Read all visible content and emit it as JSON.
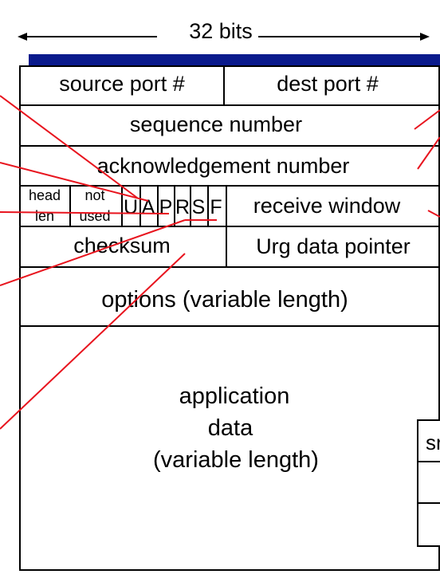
{
  "width_label": "32 bits",
  "colors": {
    "shadow": "#0a1a8c",
    "annotation_line": "#e8141e",
    "border": "#000000"
  },
  "rows": {
    "source_port": "source port #",
    "dest_port": "dest port #",
    "sequence_number": "sequence number",
    "ack_number": "acknowledgement number",
    "head_len": [
      "head",
      "len"
    ],
    "not_used": [
      "not",
      "used"
    ],
    "flags": [
      "U",
      "A",
      "P",
      "R",
      "S",
      "F"
    ],
    "receive_window": "receive window",
    "checksum": "checksum",
    "urg_pointer": "Urg data pointer",
    "options": "options (variable length)",
    "application_data": [
      "application",
      "data",
      "(variable length)"
    ]
  },
  "side_box_label": "sr"
}
